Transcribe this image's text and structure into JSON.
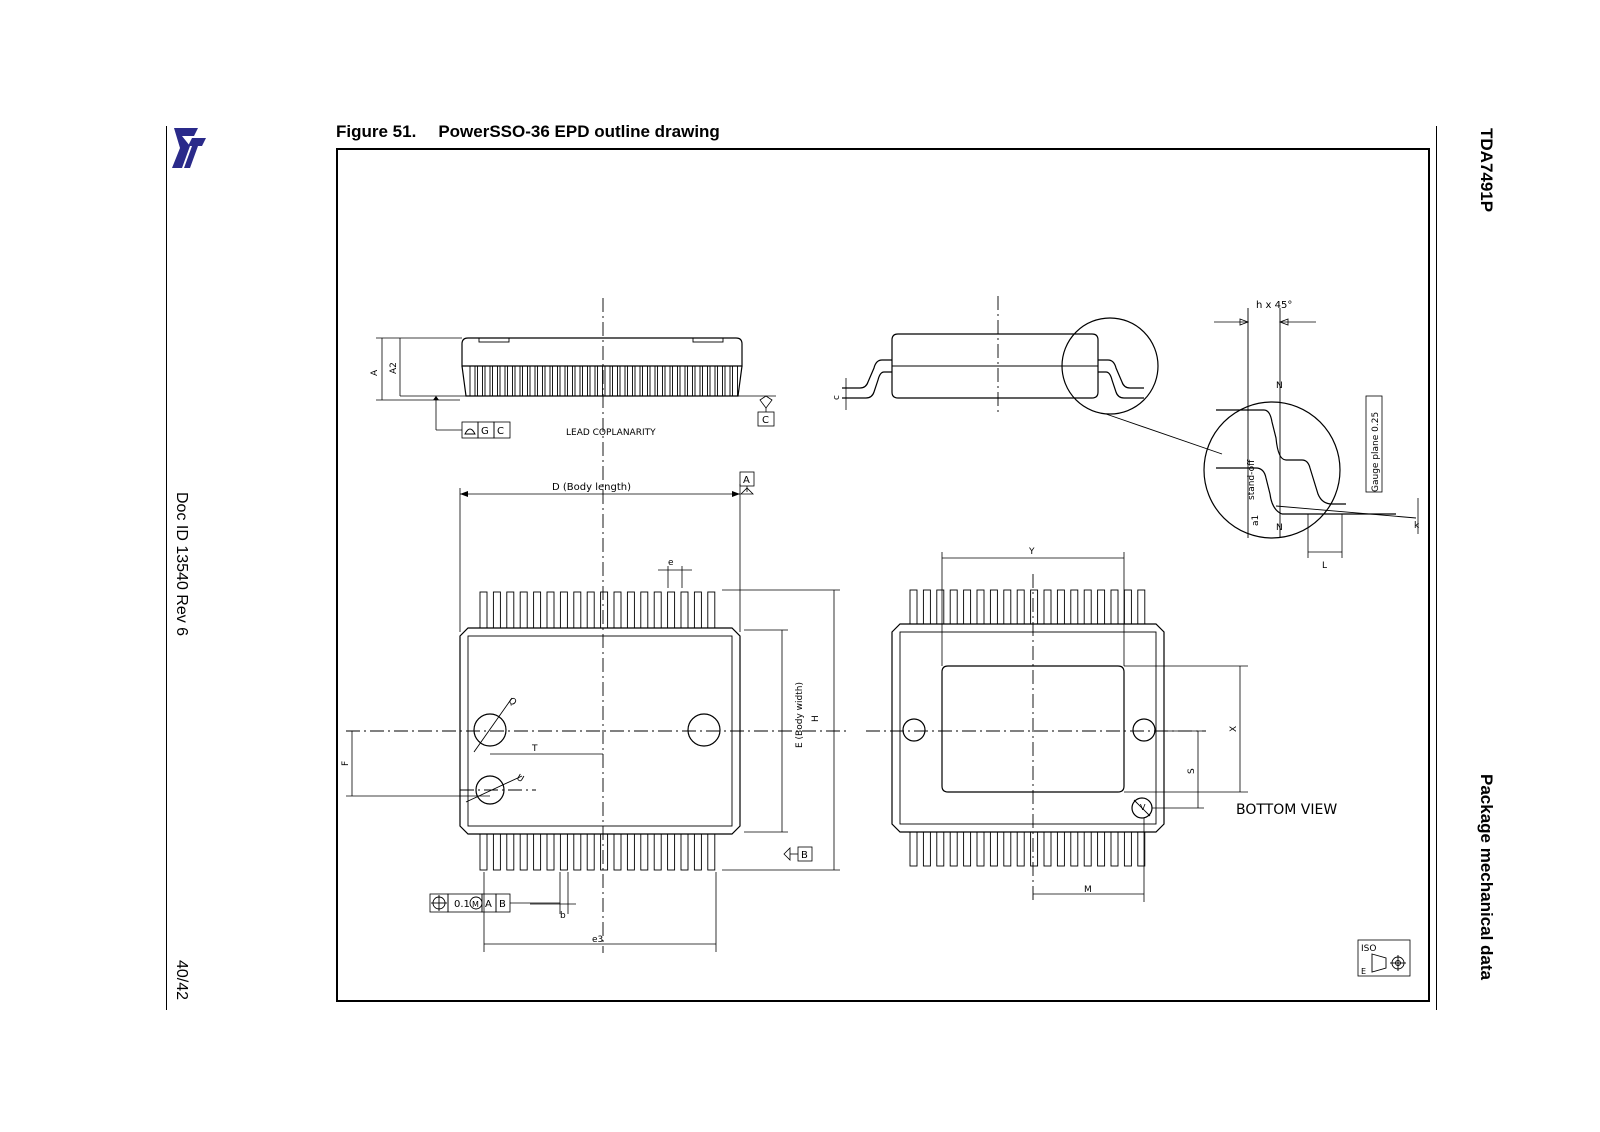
{
  "header": {
    "logo_text": "ST",
    "doc_id": "Doc ID 13540 Rev 6",
    "page_number": "40/42",
    "part_number": "TDA7491P",
    "section": "Package mechanical data"
  },
  "figure": {
    "number": "Figure 51.",
    "title": "PowerSSO-36 EPD outline drawing"
  },
  "drawing": {
    "side_labels": {
      "A": "A",
      "A2": "A2",
      "C": "C",
      "G": "G",
      "lead_coplanarity": "LEAD COPLANARITY"
    },
    "top_labels": {
      "D": "D   (Body length)",
      "A": "A",
      "e": "e",
      "H": "H",
      "E": "E  (Body width)",
      "B": "B",
      "F": "F",
      "T": "T",
      "b": "b",
      "e3": "e3",
      "tol": "0.1",
      "M": "M",
      "datA": "A",
      "datB": "B",
      "Q": "Q",
      "U": "U"
    },
    "end_labels": {
      "c": "c"
    },
    "detail_labels": {
      "h45": "h x 45°",
      "N1": "N",
      "N2": "N",
      "gauge": "Gauge plane 0.25",
      "standoff": "stand-off",
      "a1": "a1",
      "L": "L",
      "k": "k"
    },
    "bottom_labels": {
      "Y": "Y",
      "X": "X",
      "S": "S",
      "M": "M",
      "V": "V",
      "bottom_view": "BOTTOM VIEW"
    },
    "iso_labels": {
      "iso": "ISO",
      "e": "E"
    }
  }
}
